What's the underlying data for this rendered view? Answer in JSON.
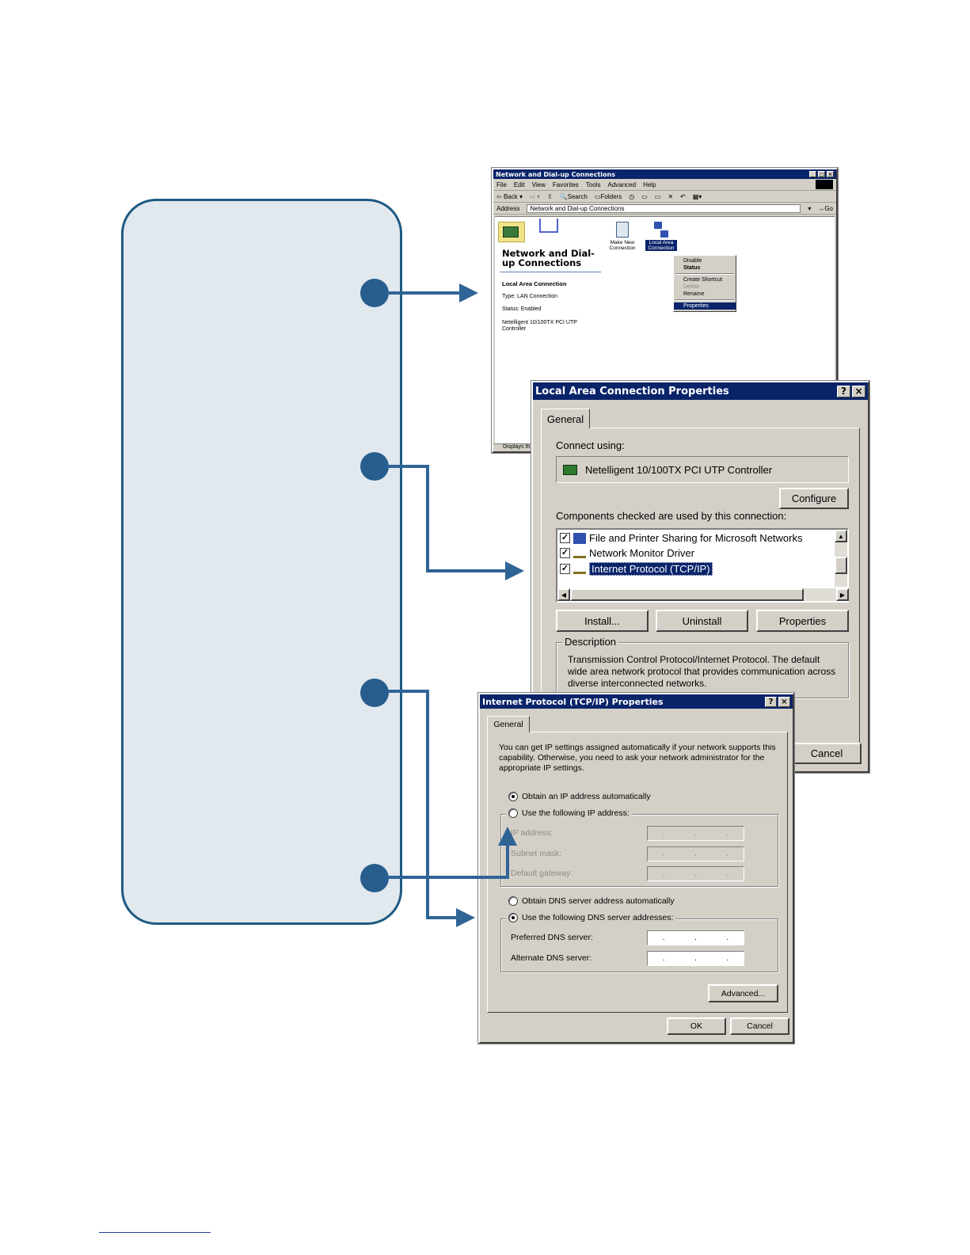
{
  "explorer": {
    "title": "Network and Dial-up Connections",
    "menu": [
      "File",
      "Edit",
      "View",
      "Favorites",
      "Tools",
      "Advanced",
      "Help"
    ],
    "toolbar": [
      "Back",
      "Search",
      "Folders"
    ],
    "address_label": "Address",
    "address_value": "Network and Dial-up Connections",
    "go_label": "Go",
    "heading": "Network and Dial-up Connections",
    "detail_title": "Local Area Connection",
    "detail_type": "Type: LAN Connection",
    "detail_status": "Status: Enabled",
    "detail_device": "Netelligent 10/100TX PCI UTP Controller",
    "icon_make_new": "Make New Connection",
    "icon_local_area": "Local Area Connection",
    "context_menu": [
      "Disable",
      "Status",
      "Create Shortcut",
      "Delete",
      "Rename",
      "Properties"
    ],
    "status_text": "Displays th"
  },
  "lan": {
    "title": "Local Area Connection Properties",
    "tab": "General",
    "connect_using_label": "Connect using:",
    "adapter": "Netelligent 10/100TX PCI UTP Controller",
    "configure_label": "Configure",
    "components_label": "Components checked are used by this connection:",
    "components": [
      "File and Printer Sharing for Microsoft Networks",
      "Network Monitor Driver",
      "Internet Protocol (TCP/IP)"
    ],
    "install_label": "Install...",
    "uninstall_label": "Uninstall",
    "properties_label": "Properties",
    "description_label": "Description",
    "description_text": "Transmission Control Protocol/Internet Protocol. The default wide area network protocol that provides communication across diverse interconnected networks.",
    "cancel_label": "Cancel"
  },
  "tcp": {
    "title": "Internet Protocol (TCP/IP) Properties",
    "tab": "General",
    "intro": "You can get IP settings assigned automatically if your network supports this capability. Otherwise, you need to ask your network administrator for the appropriate IP settings.",
    "obtain_ip": "Obtain an IP address automatically",
    "use_ip": "Use the following IP address:",
    "ip_address": "IP address:",
    "subnet_mask": "Subnet mask:",
    "default_gateway": "Default gateway:",
    "obtain_dns": "Obtain DNS server address automatically",
    "use_dns": "Use the following DNS server addresses:",
    "preferred_dns": "Preferred DNS server:",
    "alternate_dns": "Alternate DNS server:",
    "advanced_label": "Advanced...",
    "ok_label": "OK",
    "cancel_label": "Cancel"
  },
  "colors": {
    "panel_fill": "#e1e9ef",
    "panel_border": "#1f5a82",
    "callout_blue": "#285e8e",
    "titlebar": "#0a246a"
  }
}
